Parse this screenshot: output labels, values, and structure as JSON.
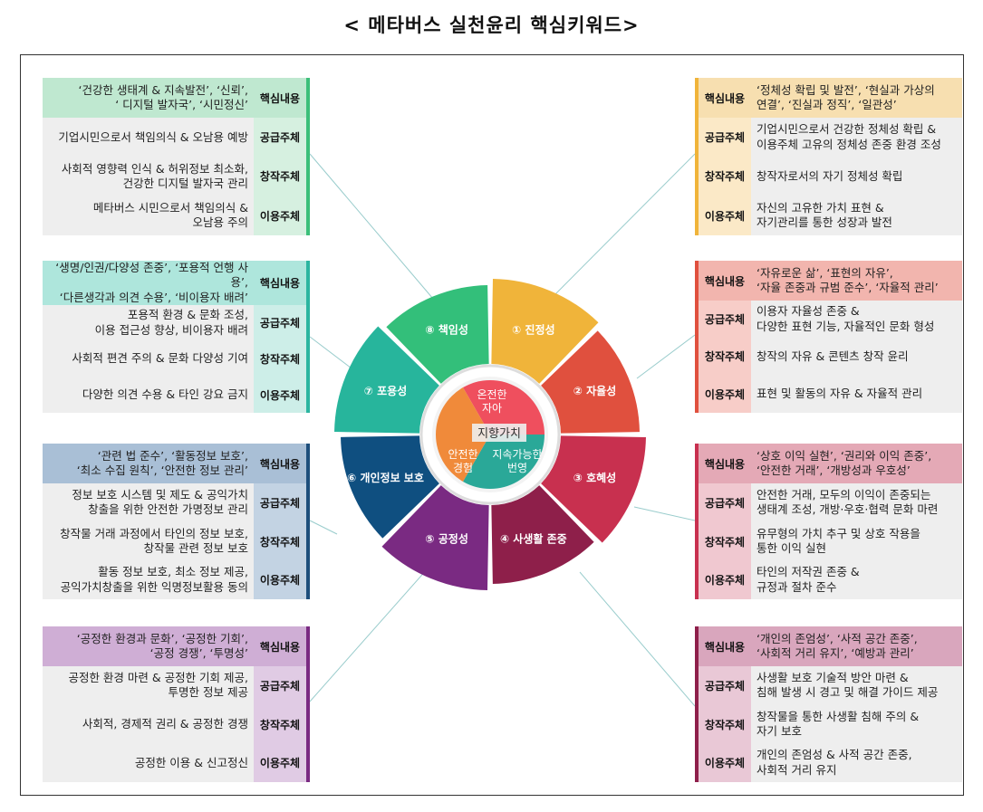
{
  "title": "< 메타버스 실천윤리 핵심키워드>",
  "center": {
    "label": "지향가치",
    "parts": [
      "온전한\n자아",
      "지속가능한\n번영",
      "안전한\n경험"
    ],
    "colors": [
      "#ef4f5e",
      "#2aa898",
      "#f08a3a"
    ]
  },
  "segments": [
    {
      "label": "① 진정성",
      "color": "#f0b43a"
    },
    {
      "label": "② 자율성",
      "color": "#e0503e"
    },
    {
      "label": "③ 호혜성",
      "color": "#c8304f"
    },
    {
      "label": "④ 사생활 존중",
      "color": "#8e1f4a"
    },
    {
      "label": "⑤ 공정성",
      "color": "#7a2a82"
    },
    {
      "label": "⑥ 개인정보 보호",
      "color": "#0f4f80"
    },
    {
      "label": "⑦ 포용성",
      "color": "#27b59c"
    },
    {
      "label": "⑧ 책임성",
      "color": "#33bf7a"
    }
  ],
  "left_panels": [
    {
      "color": "#3cbf7a",
      "head_bg": "#bfe8d0",
      "label_bg": "#d6f0e0",
      "rows": [
        {
          "label": "핵심내용",
          "text": "‘건강한 생태계 & 지속발전’, ‘신뢰’,\n‘ 디지털 발자국’, ‘시민정신’"
        },
        {
          "label": "공급주체",
          "text": "기업시민으로서 책임의식 & 오남용 예방"
        },
        {
          "label": "창작주체",
          "text": "사회적 영향력 인식 & 허위정보 최소화,\n건강한 디지털 발자국 관리"
        },
        {
          "label": "이용주체",
          "text": "메타버스 시민으로서 책임의식 &\n오남용 주의"
        }
      ]
    },
    {
      "color": "#2bb5a0",
      "head_bg": "#aee6dc",
      "label_bg": "#cdeee8",
      "rows": [
        {
          "label": "핵심내용",
          "text": "‘생명/인권/다양성 존중’, ‘포용적 언행 사용’,\n‘다른생각과 의견 수용’, ‘비이용자 배려’"
        },
        {
          "label": "공급주체",
          "text": "포용적 환경 & 문화  조성,\n이용 접근성 향상, 비이용자 배려"
        },
        {
          "label": "창작주체",
          "text": "사회적 편견 주의 & 문화 다양성 기여"
        },
        {
          "label": "이용주체",
          "text": "다양한 의견 수용 & 타인 강요 금지"
        }
      ]
    },
    {
      "color": "#1d4f7c",
      "head_bg": "#a9bfd6",
      "label_bg": "#c3d3e3",
      "rows": [
        {
          "label": "핵심내용",
          "text": "‘관련 법 준수’, ‘활동정보 보호’,\n‘최소 수집 원칙’, ‘안전한 정보 관리’"
        },
        {
          "label": "공급주체",
          "text": "정보 보호 시스템 및 제도 & 공익가치\n창출을 위한 안전한 가명정보 관리"
        },
        {
          "label": "창작주체",
          "text": "창작물 거래 과정에서 타인의 정보 보호,\n창작물 관련 정보 보호"
        },
        {
          "label": "이용주체",
          "text": "활동 정보 보호, 최소 정보 제공,\n공익가치창출을 위한 익명정보활용 동의"
        }
      ]
    },
    {
      "color": "#7a2a82",
      "head_bg": "#cfaed5",
      "label_bg": "#e0cbe4",
      "rows": [
        {
          "label": "핵심내용",
          "text": "‘공정한 환경과 문화’, ‘공정한 기회’,\n‘공정 경쟁’, ‘투명성’"
        },
        {
          "label": "공급주체",
          "text": "공정한 환경 마련 & 공정한 기회 제공,\n투명한 정보 제공"
        },
        {
          "label": "창작주체",
          "text": "사회적, 경제적 권리 & 공정한 경쟁"
        },
        {
          "label": "이용주체",
          "text": "공정한 이용 & 신고정신"
        }
      ]
    }
  ],
  "right_panels": [
    {
      "color": "#f0b43a",
      "head_bg": "#f7dfb0",
      "label_bg": "#fbe9c7",
      "rows": [
        {
          "label": "핵심내용",
          "text": "‘정체성 확립 및 발전’, ‘현실과 가상의\n연결’, ‘진실과 정직’, ‘일관성’"
        },
        {
          "label": "공급주체",
          "text": "기업시민으로서 건강한 정체성 확립 &\n이용주체 고유의 정체성 존중 환경 조성"
        },
        {
          "label": "창작주체",
          "text": "창작자로서의 자기 정체성 확립"
        },
        {
          "label": "이용주체",
          "text": "자신의 고유한 가치 표현 &\n자기관리를 통한 성장과 발전"
        }
      ]
    },
    {
      "color": "#e0503e",
      "head_bg": "#f2b5ae",
      "label_bg": "#f7cdc8",
      "rows": [
        {
          "label": "핵심내용",
          "text": "‘자유로운 삶’, ‘표현의 자유’,\n‘자율 존중과 규범 준수’, ‘자율적 관리’"
        },
        {
          "label": "공급주체",
          "text": "이용자 자율성 존중 &\n다양한 표현 기능, 자율적인 문화 형성"
        },
        {
          "label": "창작주체",
          "text": "창작의 자유 & 콘텐츠 창작 윤리"
        },
        {
          "label": "이용주체",
          "text": "표현 및 활동의 자유 & 자율적 관리"
        }
      ]
    },
    {
      "color": "#c8304f",
      "head_bg": "#e4a9b6",
      "label_bg": "#f0c8d0",
      "rows": [
        {
          "label": "핵심내용",
          "text": "‘상호 이익 실현’, ‘권리와 이익 존중’,\n‘안전한 거래’, ‘개방성과 우호성’"
        },
        {
          "label": "공급주체",
          "text": "안전한 거래,  모두의 이익이 존중되는\n생태계 조성, 개방·우호·협력 문화 마련"
        },
        {
          "label": "창작주체",
          "text": "유무형의 가치 추구 및 상호 작용을\n통한 이익 실현"
        },
        {
          "label": "이용주체",
          "text": "타인의 저작권 존중 &\n규정과 절차 준수"
        }
      ]
    },
    {
      "color": "#8e1f4a",
      "head_bg": "#d9a6bd",
      "label_bg": "#e9c8d6",
      "rows": [
        {
          "label": "핵심내용",
          "text": "‘개인의 존엄성’, ‘사적 공간 존중’,\n‘사회적 거리 유지’, ‘예방과 관리’"
        },
        {
          "label": "공급주체",
          "text": "사생활 보호 기술적 방안 마련 &\n침해 발생 시 경고 및 해결 가이드 제공"
        },
        {
          "label": "창작주체",
          "text": "창작물을 통한 사생활 침해 주의 &\n자기 보호"
        },
        {
          "label": "이용주체",
          "text": "개인의 존엄성 & 사적 공간 존중,\n사회적 거리 유지"
        }
      ]
    }
  ]
}
